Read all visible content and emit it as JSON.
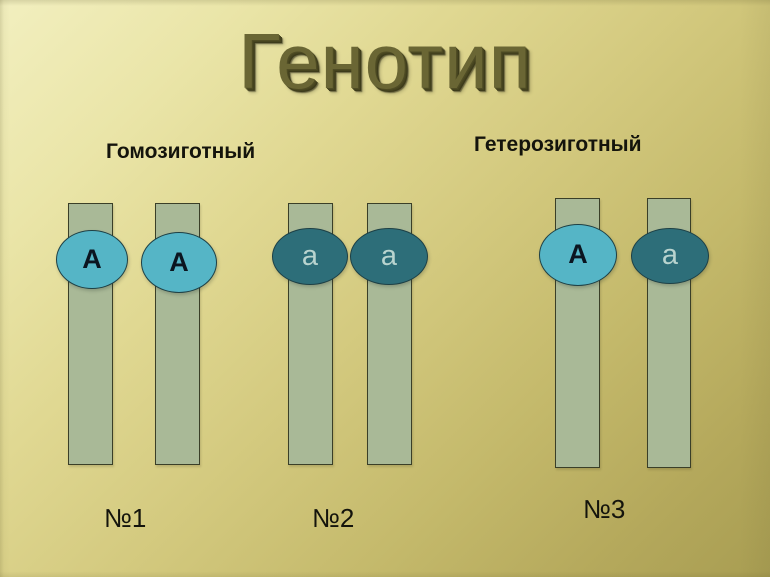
{
  "slide": {
    "title": "Генотип",
    "background_top_color": "#f2efbf",
    "background_bottom_color": "#a89d52",
    "title_color": "#6a6634"
  },
  "headings": {
    "homozygous": "Гомозиготный",
    "heterozygous": "Гетерозиготный"
  },
  "palette": {
    "chromosome_fill": "#a9b997",
    "chromosome_stroke": "#3a3f28",
    "dominant_allele_fill": "#55b5c6",
    "recessive_allele_fill": "#2d6e79",
    "dominant_glyph_color": "#0b1520",
    "recessive_glyph_color": "#b9d4cf"
  },
  "pairs": [
    {
      "label": "№1",
      "heading": "Гомозиготный",
      "zygosity": "homozygous-dominant",
      "alleles": [
        {
          "symbol": "A",
          "type": "dominant"
        },
        {
          "symbol": "A",
          "type": "dominant"
        }
      ]
    },
    {
      "label": "№2",
      "heading": "Гомозиготный",
      "zygosity": "homozygous-recessive",
      "alleles": [
        {
          "symbol": "a",
          "type": "recessive"
        },
        {
          "symbol": "a",
          "type": "recessive"
        }
      ]
    },
    {
      "label": "№3",
      "heading": "Гетерозиготный",
      "zygosity": "heterozygous",
      "alleles": [
        {
          "symbol": "A",
          "type": "dominant"
        },
        {
          "symbol": "a",
          "type": "recessive"
        }
      ]
    }
  ]
}
